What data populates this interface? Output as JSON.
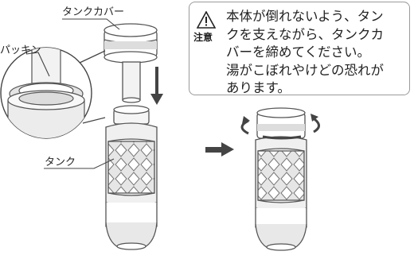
{
  "labels": {
    "tank_cover": "タンクカバー",
    "packing": "パッキン",
    "tank": "タンク"
  },
  "caution": {
    "badge": "注意",
    "lines": [
      "本体が倒れないよう、タン",
      "クを支えながら、タンクカ",
      "バーを締めてください。",
      "湯がこぼれやけどの恐れが",
      "あります。"
    ]
  },
  "icons": [
    "warning-triangle-icon",
    "down-arrow-icon",
    "right-arrow-icon",
    "rotate-arrow-icon"
  ]
}
